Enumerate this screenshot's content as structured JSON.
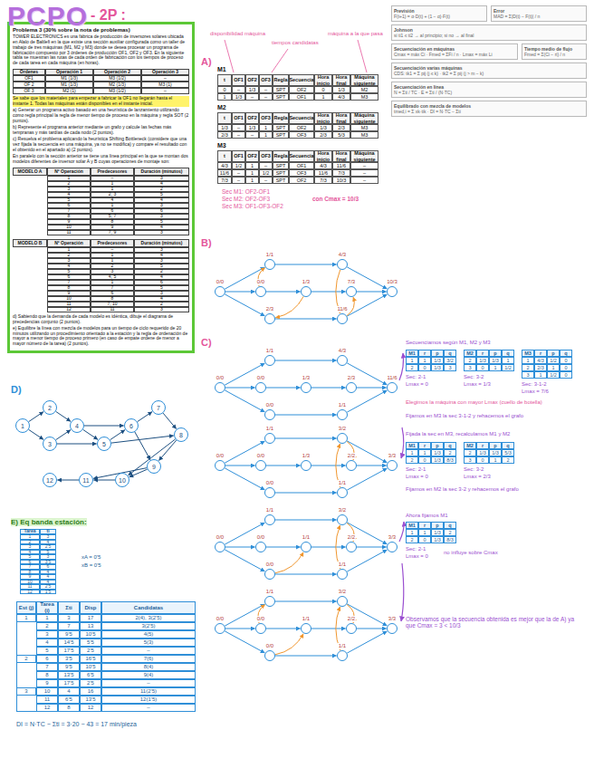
{
  "diagram": {
    "title": "PCPO",
    "nodes": [
      {
        "text": [
          "Problema 3 (30% sobre la nota de problemas)",
          "TOWER ELECTRONICS es una fábrica de producción de inversores solares ubicada en Alalo de Baltlefi en la que existe una sección auxiliar configurada como un taller de trabajo de tres máquinas (M1, M2 y M3) donde se desea procesar un programa de fabricación compuesto por 3 órdenes de producción OF1, OF2 y OF3. En la siguiente tabla se muestran las rutas de cada orden de fabricación con los tiempos de proceso de cada tarea en cada máquina (en horas).",
          "Se sabe que los materiales para empezar a fabricar la OF1 no llegarán hasta el instante 1. Todas las máquinas están disponibles en el instante inicial.",
          "a) Generar un programa activo basado en una heurística de lanzamiento utilizando como regla principal la regla de menor tiempo de proceso en la máquina y regla SOT (2 puntos).",
          "b) Represente el programa anterior mediante un grafo y calcule las fechas más tempranas y más tardías de cada nodo (2 puntos).",
          "c) Resuelva el problema aplicando la heurística Shifting Bottleneck (considere que una vez fijada la secuencia en una máquina, ya no se modifica) y compare el resultado con el obtenido en el apartado a) (2 puntos).",
          "En paralelo con la sección anterior se tiene una línea principal en la que se montan dos modelos diferentes de inversor solar A y B cuyas operaciones de montaje son:",
          "d) Sabiendo que la demanda de cada modelo es idéntica, dibuje el diagrama de precedencias conjunto (2 puntos).",
          "e) Equilibre la línea con mezcla de modelos para un tiempo de ciclo requerido de 20 minutos utilizando un procedimiento orientado a la estación y la regla de ordenación de mayor a menor tiempo de proceso primero (en caso de empate ordene de menor a mayor número de la tarea) (2 puntos)."
        ]
      },
      {
        "text": [
          "Previsión",
          "F(t+1) = α·D(t) + (1 − α)·F(t)"
        ]
      },
      {
        "text": [
          "Error",
          "MAD = Σ|D(t) − F(t)| / n"
        ]
      },
      {
        "text": [
          "Johnson",
          "si ti1 ≤ ti2 → al principio; si no → al final"
        ]
      },
      {
        "text": [
          "Secuenciación en máquinas",
          "Cmax = máx Ci · Fmed = ΣFi / n · Lmax = máx Li"
        ]
      },
      {
        "text": [
          "Tiempo medio de flujo",
          "Fmed = Σ(Ci − ri) / n"
        ]
      },
      {
        "text": [
          "Secuenciación varias máquinas",
          "CDS: tk1 = Σ pij (j ≤ k) · tk2 = Σ pij (j > m − k)"
        ]
      },
      {
        "text": [
          "Secuenciación en línea",
          "N = Σti / TC · E = Σti / (N·TC)"
        ]
      },
      {
        "text": [
          "Equilibrado con mezcla de modelos",
          "tmed,i = Σ xk·tik · DI = N·TC − Σti"
        ]
      },
      {
        "text": [
          "0/0"
        ]
      },
      {
        "text": [
          "1/1"
        ]
      },
      {
        "text": [
          "4/3"
        ]
      },
      {
        "text": [
          "0/0"
        ]
      },
      {
        "text": [
          "1/3"
        ]
      },
      {
        "text": [
          "7/3"
        ]
      },
      {
        "text": [
          "2/3"
        ]
      },
      {
        "text": [
          "11/6"
        ]
      },
      {
        "text": [
          "10/3"
        ]
      },
      {
        "text": [
          "0/0"
        ]
      },
      {
        "text": [
          "1/1"
        ]
      },
      {
        "text": [
          "4/3"
        ]
      },
      {
        "text": [
          "0/0"
        ]
      },
      {
        "text": [
          "1/3"
        ]
      },
      {
        "text": [
          "2/3"
        ]
      },
      {
        "text": [
          "0/0"
        ]
      },
      {
        "text": [
          "1/1"
        ]
      },
      {
        "text": [
          "11/6"
        ]
      },
      {
        "text": [
          "0/0"
        ]
      },
      {
        "text": [
          "1/1"
        ]
      },
      {
        "text": [
          "3/2"
        ]
      },
      {
        "text": [
          "0/0"
        ]
      },
      {
        "text": [
          "1/3"
        ]
      },
      {
        "text": [
          "2/2"
        ]
      },
      {
        "text": [
          "0/0"
        ]
      },
      {
        "text": [
          "1/1"
        ]
      },
      {
        "text": [
          "3/3"
        ]
      },
      {
        "text": [
          "0/0"
        ]
      },
      {
        "text": [
          "1/1"
        ]
      },
      {
        "text": [
          "3/2"
        ]
      },
      {
        "text": [
          "0/0"
        ]
      },
      {
        "text": [
          "1/1"
        ]
      },
      {
        "text": [
          "2/2"
        ]
      },
      {
        "text": [
          "0/0"
        ]
      },
      {
        "text": [
          "1/1"
        ]
      },
      {
        "text": [
          "3/3"
        ]
      },
      {
        "text": [
          "0/0"
        ]
      },
      {
        "text": [
          "1/1"
        ]
      },
      {
        "text": [
          "3/2"
        ]
      },
      {
        "text": [
          "0/0"
        ]
      },
      {
        "text": [
          "1/1"
        ]
      },
      {
        "text": [
          "2/2"
        ]
      },
      {
        "text": [
          "0/0"
        ]
      },
      {
        "text": [
          "1/1"
        ]
      },
      {
        "text": [
          "3/3"
        ]
      },
      {
        "text": [
          "1"
        ]
      },
      {
        "text": [
          "2"
        ]
      },
      {
        "text": [
          "3"
        ]
      },
      {
        "text": [
          "4"
        ]
      },
      {
        "text": [
          "5"
        ]
      },
      {
        "text": [
          "6"
        ]
      },
      {
        "text": [
          "7"
        ]
      },
      {
        "text": [
          "8"
        ]
      },
      {
        "text": [
          "9"
        ]
      },
      {
        "text": [
          "10"
        ]
      },
      {
        "text": [
          "11"
        ]
      },
      {
        "text": [
          "12"
        ]
      }
    ],
    "edges": [
      {
        "from": 9,
        "to": 10,
        "arrow": "to"
      },
      {
        "from": 9,
        "to": 12,
        "arrow": "to"
      },
      {
        "from": 9,
        "to": 15,
        "arrow": "to"
      },
      {
        "from": 10,
        "to": 11,
        "arrow": "to"
      },
      {
        "from": 12,
        "to": 13,
        "arrow": "to"
      },
      {
        "from": 13,
        "to": 14,
        "arrow": "to"
      },
      {
        "from": 15,
        "to": 16,
        "arrow": "to"
      },
      {
        "from": 11,
        "to": 17,
        "arrow": "to"
      },
      {
        "from": 14,
        "to": 17,
        "arrow": "to"
      },
      {
        "from": 16,
        "to": 17,
        "arrow": "to"
      },
      {
        "from": 12,
        "to": 10,
        "arrow": "to"
      },
      {
        "from": 13,
        "to": 15,
        "arrow": "to"
      },
      {
        "from": 11,
        "to": 16,
        "arrow": "to"
      },
      {
        "from": 16,
        "to": 14,
        "arrow": "to"
      },
      {
        "from": 18,
        "to": 19,
        "arrow": "to"
      },
      {
        "from": 18,
        "to": 21,
        "arrow": "to"
      },
      {
        "from": 18,
        "to": 24,
        "arrow": "to"
      },
      {
        "from": 19,
        "to": 20,
        "arrow": "to"
      },
      {
        "from": 21,
        "to": 22,
        "arrow": "to"
      },
      {
        "from": 22,
        "to": 23,
        "arrow": "to"
      },
      {
        "from": 24,
        "to": 25,
        "arrow": "to"
      },
      {
        "from": 20,
        "to": 26,
        "arrow": "to"
      },
      {
        "from": 23,
        "to": 26,
        "arrow": "to"
      },
      {
        "from": 25,
        "to": 26,
        "arrow": "to"
      },
      {
        "from": 27,
        "to": 28,
        "arrow": "to"
      },
      {
        "from": 27,
        "to": 30,
        "arrow": "to"
      },
      {
        "from": 27,
        "to": 33,
        "arrow": "to"
      },
      {
        "from": 28,
        "to": 29,
        "arrow": "to"
      },
      {
        "from": 30,
        "to": 31,
        "arrow": "to"
      },
      {
        "from": 31,
        "to": 32,
        "arrow": "to"
      },
      {
        "from": 33,
        "to": 34,
        "arrow": "to"
      },
      {
        "from": 29,
        "to": 35,
        "arrow": "to"
      },
      {
        "from": 32,
        "to": 35,
        "arrow": "to"
      },
      {
        "from": 34,
        "to": 35,
        "arrow": "to"
      },
      {
        "from": 34,
        "to": 29,
        "arrow": "to"
      },
      {
        "from": 29,
        "to": 32,
        "arrow": "to"
      },
      {
        "from": 36,
        "to": 37,
        "arrow": "to"
      },
      {
        "from": 36,
        "to": 39,
        "arrow": "to"
      },
      {
        "from": 36,
        "to": 42,
        "arrow": "to"
      },
      {
        "from": 37,
        "to": 38,
        "arrow": "to"
      },
      {
        "from": 39,
        "to": 40,
        "arrow": "to"
      },
      {
        "from": 40,
        "to": 41,
        "arrow": "to"
      },
      {
        "from": 42,
        "to": 43,
        "arrow": "to"
      },
      {
        "from": 38,
        "to": 44,
        "arrow": "to"
      },
      {
        "from": 41,
        "to": 44,
        "arrow": "to"
      },
      {
        "from": 43,
        "to": 44,
        "arrow": "to"
      },
      {
        "from": 43,
        "to": 38,
        "arrow": "to"
      },
      {
        "from": 38,
        "to": 41,
        "arrow": "to"
      },
      {
        "from": 42,
        "to": 40,
        "arrow": "to"
      },
      {
        "from": 45,
        "to": 46,
        "arrow": "to"
      },
      {
        "from": 45,
        "to": 48,
        "arrow": "to"
      },
      {
        "from": 45,
        "to": 51,
        "arrow": "to"
      },
      {
        "from": 46,
        "to": 47,
        "arrow": "to"
      },
      {
        "from": 48,
        "to": 49,
        "arrow": "to"
      },
      {
        "from": 49,
        "to": 50,
        "arrow": "to"
      },
      {
        "from": 51,
        "to": 52,
        "arrow": "to"
      },
      {
        "from": 47,
        "to": 53,
        "arrow": "to"
      },
      {
        "from": 50,
        "to": 53,
        "arrow": "to"
      },
      {
        "from": 52,
        "to": 53,
        "arrow": "to"
      },
      {
        "from": 52,
        "to": 47,
        "arrow": "to"
      },
      {
        "from": 47,
        "to": 50,
        "arrow": "to"
      },
      {
        "from": 51,
        "to": 49,
        "arrow": "to"
      },
      {
        "from": 48,
        "to": 46,
        "arrow": "to"
      },
      {
        "from": 54,
        "to": 55,
        "arrow": "to"
      },
      {
        "from": 54,
        "to": 56,
        "arrow": "to"
      },
      {
        "from": 55,
        "to": 57,
        "arrow": "to"
      },
      {
        "from": 56,
        "to": 57,
        "arrow": "to"
      },
      {
        "from": 56,
        "to": 58,
        "arrow": "to"
      },
      {
        "from": 57,
        "to": 58,
        "arrow": "to"
      },
      {
        "from": 57,
        "to": 59,
        "arrow": "to"
      },
      {
        "from": 58,
        "to": 59,
        "arrow": "to"
      },
      {
        "from": 59,
        "to": 60,
        "arrow": "to"
      },
      {
        "from": 58,
        "to": 61,
        "arrow": "to"
      },
      {
        "from": 60,
        "to": 61,
        "arrow": "to"
      },
      {
        "from": 59,
        "to": 62,
        "arrow": "to"
      },
      {
        "from": 61,
        "to": 62,
        "arrow": "to"
      },
      {
        "from": 61,
        "to": 63,
        "arrow": "to"
      },
      {
        "from": 62,
        "to": 63,
        "arrow": "to"
      },
      {
        "from": 62,
        "to": 64,
        "arrow": "to"
      },
      {
        "from": 63,
        "to": 64,
        "arrow": "to"
      },
      {
        "from": 64,
        "to": 65,
        "arrow": "to"
      }
    ],
    "labels": [
      "- 2P :",
      "Órdenes",
      "Operación 1",
      "Operación 2",
      "Operación 3",
      "OF1",
      "M1 (1/3)",
      "M3 (1/2)",
      "–",
      "OF 2",
      "M1 (1/3)",
      "M2 (1/3)",
      "M3 (1)",
      "OF 3",
      "M2 (1)",
      "M3 (1/2)",
      "–",
      "MODELO A",
      "Nº Operación",
      "Predecesores",
      "Duración (minutos)",
      "1",
      "–",
      "3",
      "2",
      "1",
      "4",
      "3",
      "1",
      "2",
      "4",
      "2, 3",
      "5",
      "5",
      "4",
      "4",
      "6",
      "1",
      "3",
      "7",
      "6",
      "6",
      "8",
      "5, 7",
      "3",
      "9",
      "8",
      "5",
      "10",
      "9",
      "4",
      "11",
      "7, 9",
      "3",
      "MODELO B",
      "Nº Operación",
      "Predecesores",
      "Duración (minutos)",
      "1",
      "–",
      "3",
      "2",
      "1",
      "4",
      "3",
      "1",
      "3",
      "4",
      "2",
      "5",
      "5",
      "3",
      "2",
      "6",
      "4, 5",
      "4",
      "7",
      "1",
      "6",
      "8",
      "7",
      "5",
      "9",
      "6",
      "3",
      "10",
      "8",
      "4",
      "11",
      "7, 10",
      "2",
      "12",
      "11",
      "3",
      "A)",
      "disponibilidad máquina",
      "tiempos candidatas",
      "máquina a la que pasa",
      "M1",
      "M2",
      "M3",
      "t",
      "OF1",
      "OF2",
      "OF3",
      "Regla",
      "Secuencia",
      "Hora inicio",
      "Hora final",
      "Máquina siguiente",
      "0",
      "–",
      "1/3",
      "–",
      "SPT",
      "OF2",
      "0",
      "1/3",
      "M2",
      "1",
      "1/3",
      "–",
      "–",
      "SPT",
      "OF1",
      "1",
      "4/3",
      "M3",
      "t",
      "OF1",
      "OF2",
      "OF3",
      "Regla",
      "Secuencia",
      "Hora inicio",
      "Hora final",
      "Máquina siguiente",
      "1/3",
      "–",
      "1/3",
      "1",
      "SPT",
      "OF2",
      "1/3",
      "2/3",
      "M3",
      "2/3",
      "–",
      "–",
      "1",
      "SPT",
      "OF3",
      "2/3",
      "5/3",
      "M3",
      "t",
      "OF1",
      "OF2",
      "OF3",
      "Regla",
      "Secuencia",
      "Hora inicio",
      "Hora final",
      "Máquina siguiente",
      "4/3",
      "1/2",
      "1",
      "–",
      "SPT",
      "OF1",
      "4/3",
      "11/6",
      "–",
      "11/6",
      "–",
      "1",
      "1/2",
      "SPT",
      "OF3",
      "11/6",
      "7/3",
      "–",
      "7/3",
      "–",
      "1",
      "–",
      "SPT",
      "OF2",
      "7/3",
      "10/3",
      "–",
      "Sec M1: OF2-OF1",
      "Sec M2: OF2-OF3",
      "Sec M3: OF1-OF3-OF2",
      "con Cmax = 10/3",
      "B)",
      "C)",
      "Secuenciamos según M1, M2 y M3",
      "M1",
      "r",
      "p",
      "q",
      "1",
      "1",
      "1/3",
      "3/2",
      "2",
      "0",
      "1/3",
      "3",
      "M2",
      "r",
      "p",
      "q",
      "2",
      "1/3",
      "1/3",
      "1",
      "3",
      "0",
      "1",
      "1/2",
      "M3",
      "r",
      "p",
      "q",
      "1",
      "4/3",
      "1/2",
      "0",
      "2",
      "2/3",
      "1",
      "0",
      "3",
      "1",
      "1/2",
      "0",
      "Sec: 2-1",
      "Lmax = 0",
      "Sec: 3-2",
      "Lmax = 1/3",
      "Sec: 3-1-2",
      "Lmax = 7/6",
      "Elegimos la máquina con mayor Lmax (cuello de botella)",
      "Fijamos en M3 la sec 3-1-2 y rehacemos el grafo",
      "Fijada la sec en M3, recalculamos M1 y M2",
      "M1",
      "r",
      "p",
      "q",
      "1",
      "1",
      "1/3",
      "2",
      "2",
      "0",
      "1/3",
      "8/3",
      "M2",
      "r",
      "p",
      "q",
      "2",
      "1/3",
      "1/3",
      "5/3",
      "3",
      "0",
      "1",
      "2",
      "Sec: 2-1",
      "Lmax = 0",
      "Sec: 3-2",
      "Lmax = 2/3",
      "Fijamos en M2 la sec 3-2 y rehacemos el grafo",
      "Ahora fijamos M1",
      "M1",
      "r",
      "p",
      "q",
      "1",
      "1",
      "1/3",
      "2",
      "2",
      "0",
      "1/3",
      "8/3",
      "Sec: 2-1",
      "Lmax = 0",
      "no influye sobre Cmax",
      "Observamos que la secuencia obtenida es mejor que la de A) ya que Cmax = 3 < 10/3",
      "D)",
      "E) Eq banda estación:",
      "xA = 0'5",
      "xB = 0'5",
      "Tarea",
      "ti",
      "1",
      "3",
      "2",
      "4",
      "3",
      "2'5",
      "4",
      "5",
      "5",
      "3",
      "6",
      "3'5",
      "7",
      "6",
      "8",
      "4",
      "9",
      "4",
      "10",
      "4",
      "11",
      "2'5",
      "12",
      "1'5",
      "Est (j)",
      "Tarea (i)",
      "Σti",
      "Disp",
      "Candidatas",
      "1",
      "1",
      "3",
      "17",
      "2(4), 3(2'5)",
      "2",
      "7",
      "13",
      "3(2'5)",
      "3",
      "9'5",
      "10'5",
      "4(5)",
      "4",
      "14'5",
      "5'5",
      "5(3)",
      "5",
      "17'5",
      "2'5",
      "–",
      "2",
      "6",
      "3'5",
      "16'5",
      "7(6)",
      "7",
      "9'5",
      "10'5",
      "8(4)",
      "8",
      "13'5",
      "6'5",
      "9(4)",
      "9",
      "17'5",
      "2'5",
      "–",
      "3",
      "10",
      "4",
      "16",
      "11(2'5)",
      "11",
      "6'5",
      "13'5",
      "12(1'5)",
      "12",
      "8",
      "12",
      "–",
      "DI = N·TC − Σti = 3·20 − 43 = 17 min/pieza"
    ]
  }
}
